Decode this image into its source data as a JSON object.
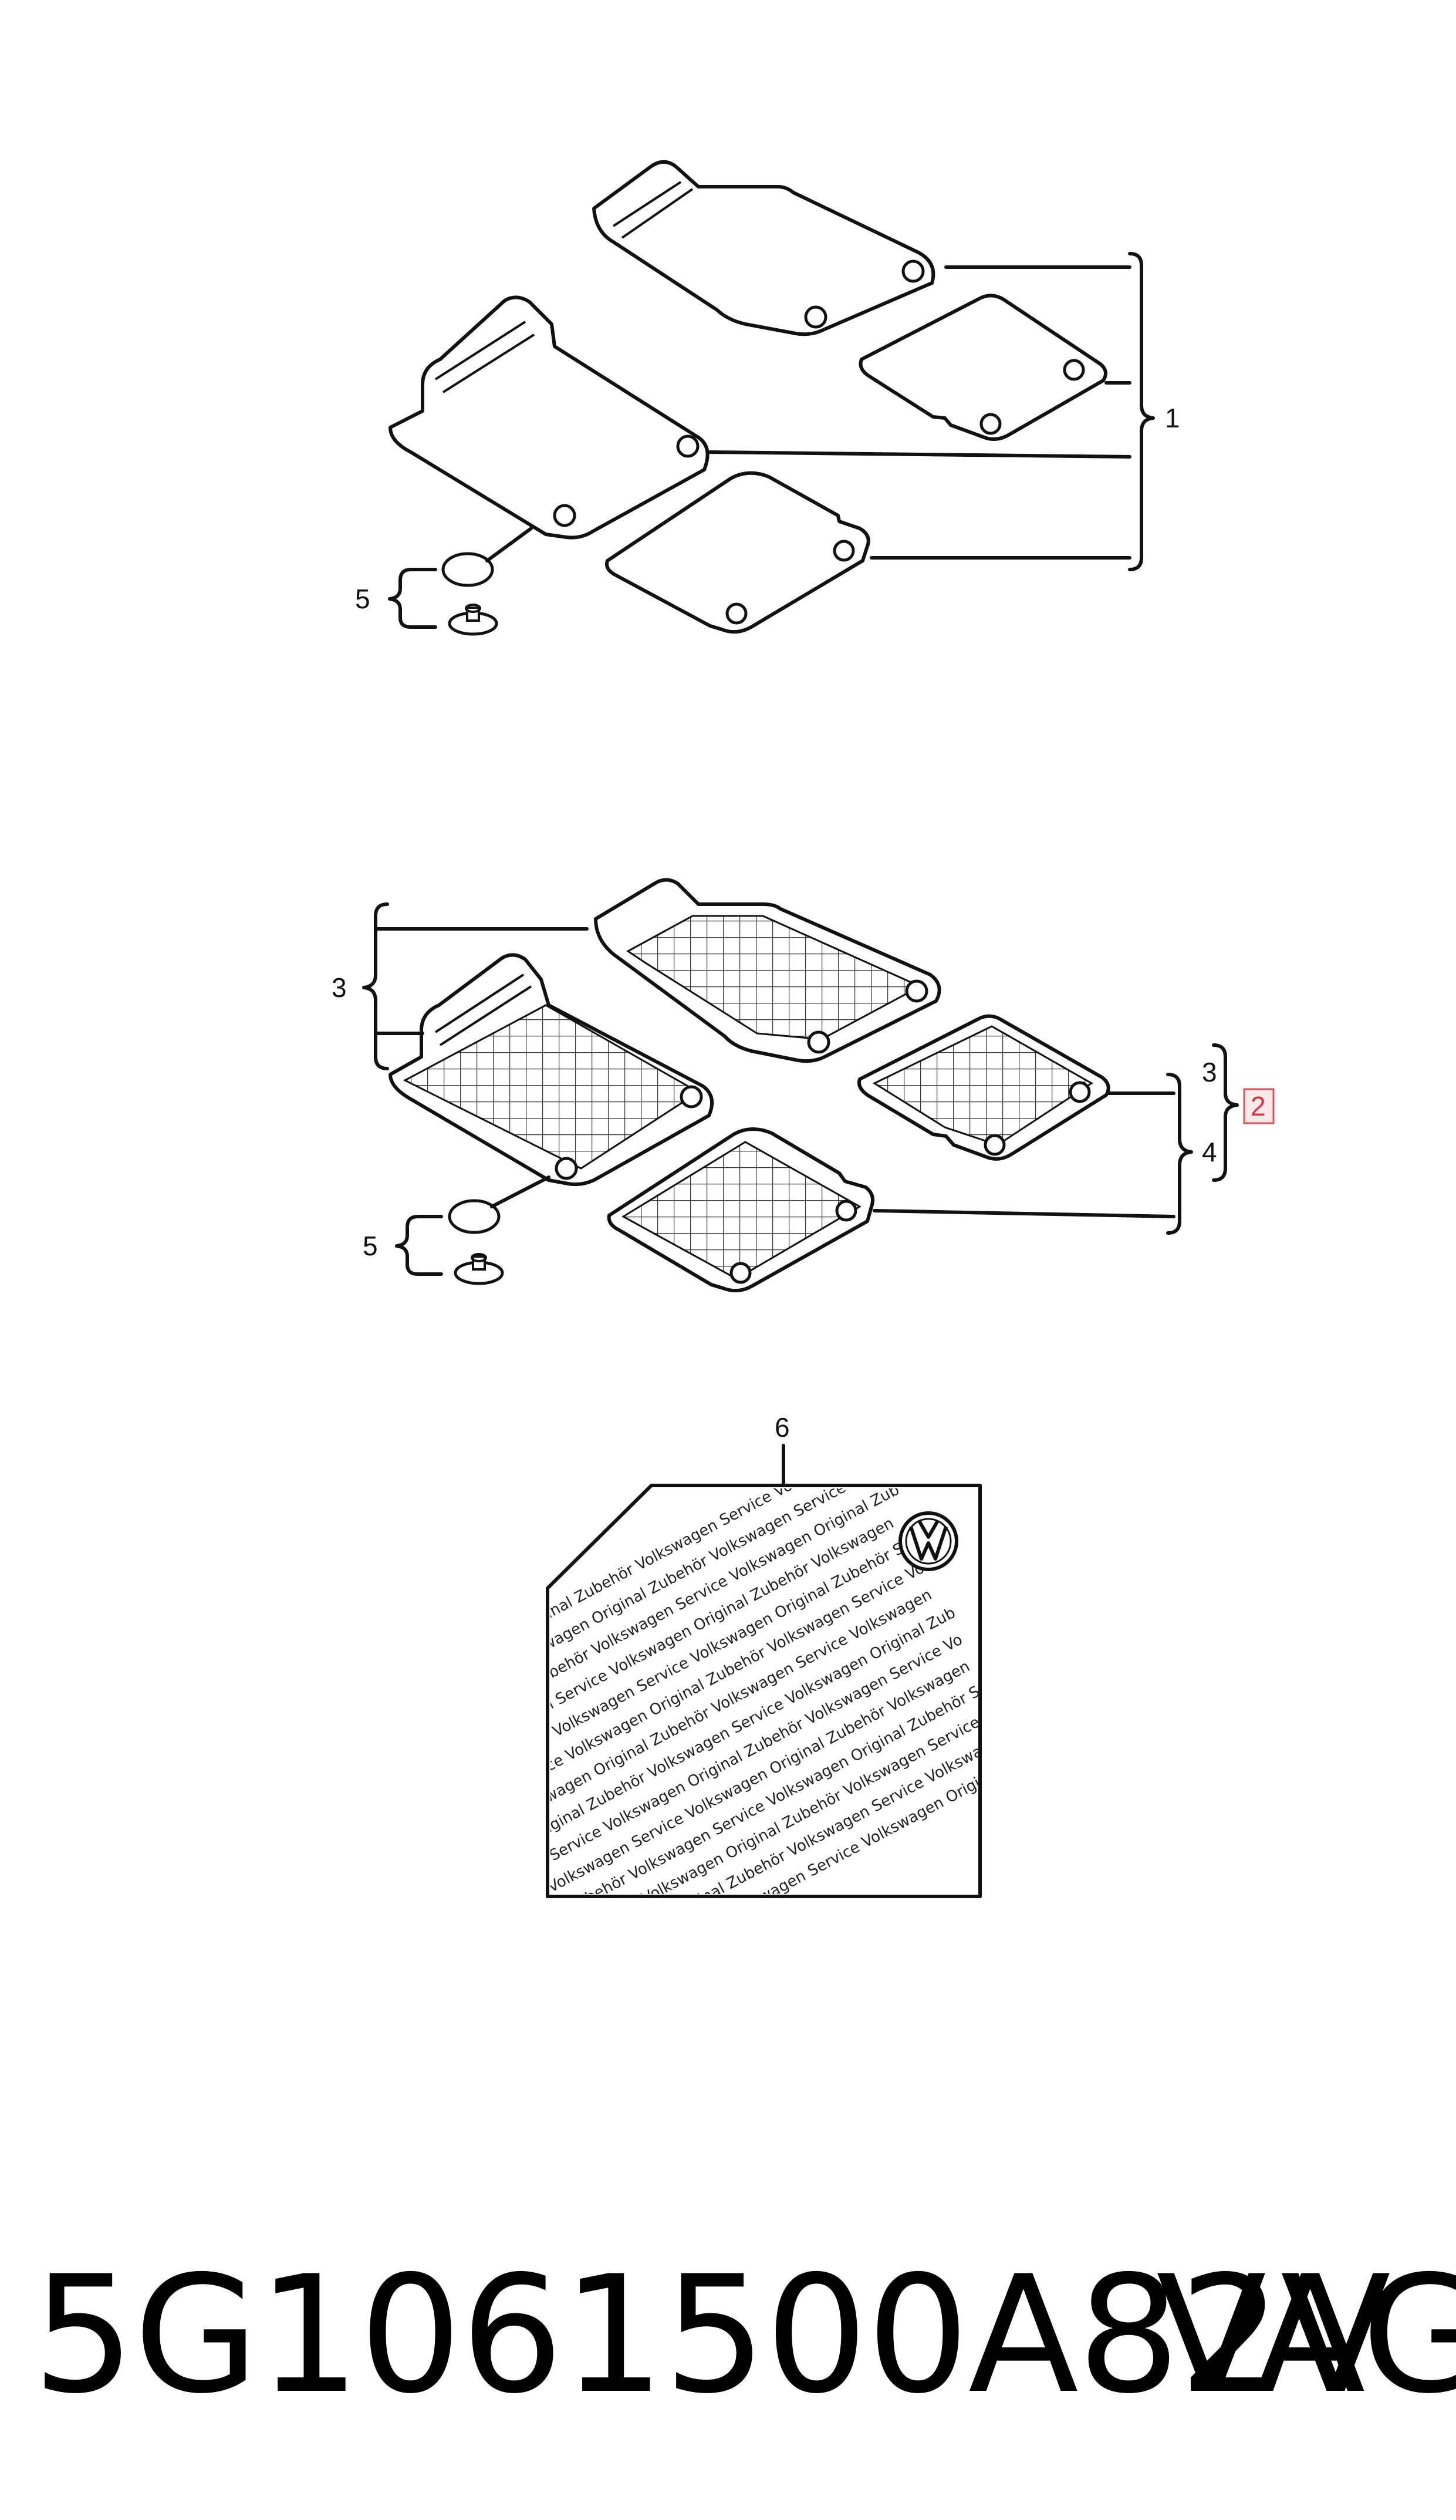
{
  "callouts": {
    "c1": "1",
    "c2": "2",
    "c3_left": "3",
    "c3_right": "3",
    "c4": "4",
    "c5_top": "5",
    "c5_bottom": "5",
    "c6": "6"
  },
  "label_text_lines": [
    "Volkswagen Original Zubehör Volkswagen Service Volkswagen",
    "Service Volkswagen Original Zubehör Volkswagen Service Vo",
    "Original Zubehör Volkswagen Service Volkswagen Original Zub",
    "Volkswagen Service Volkswagen Original Zubehör Volkswagen",
    "Zubehör Volkswagen Service Volkswagen Original Zubehör Se",
    "Service Volkswagen Original Zubehör Volkswagen Service Volk",
    "Volkswagen Original Zubehör Volkswagen Service Volkswagen",
    "Original Zubehör Volkswagen Service Volkswagen Original Zub",
    "Service Volkswagen Original Zubehör Volkswagen Service Vo",
    "Volkswagen Service Volkswagen Original Zubehör Volkswagen",
    "Zubehör Volkswagen Service Volkswagen Original Zubehör Se",
    "Service Volkswagen Original Zubehör Volkswagen Service Volk",
    "Volkswagen Original Zubehör Volkswagen Service Volkswagen",
    "Original Zubehör Volkswagen Service Volkswagen Original Zub"
  ],
  "logo": "vw-logo-icon",
  "highlight_color": "#e0505a",
  "footer": {
    "part_number": "5G1061500A82V",
    "brand": "VAG"
  }
}
